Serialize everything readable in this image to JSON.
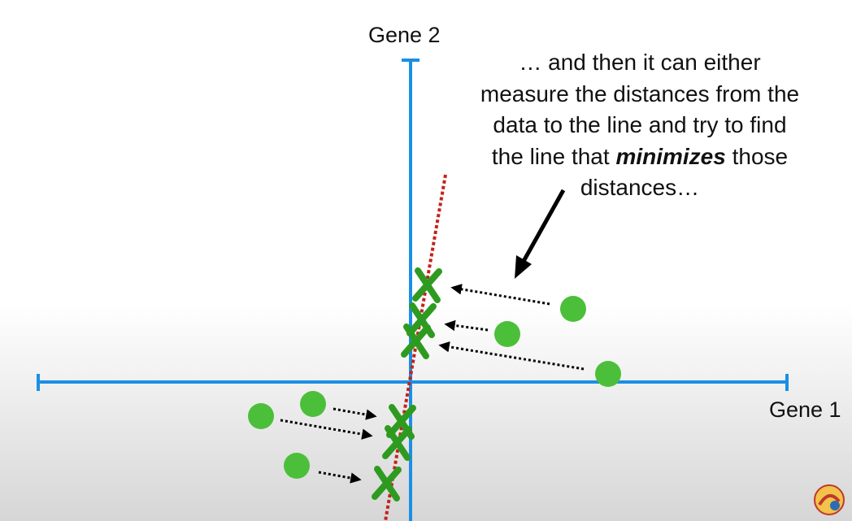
{
  "axes": {
    "x_label": "Gene 1",
    "y_label": "Gene 2"
  },
  "caption": {
    "line1": "… and then it can either",
    "line2": "measure the distances from the",
    "line3": "data to the line and try to find",
    "line4_before": "the line that ",
    "line4_emphasis": "minimizes",
    "line4_after": " those",
    "line5": "distances…"
  },
  "colors": {
    "axis": "#1b8fe6",
    "fit_line": "#c4221b",
    "data_point": "#4cbf3a",
    "projection_marker": "#2e9b20",
    "arrow": "#000000"
  },
  "logo": {
    "icon": "statquest-logo-icon"
  }
}
